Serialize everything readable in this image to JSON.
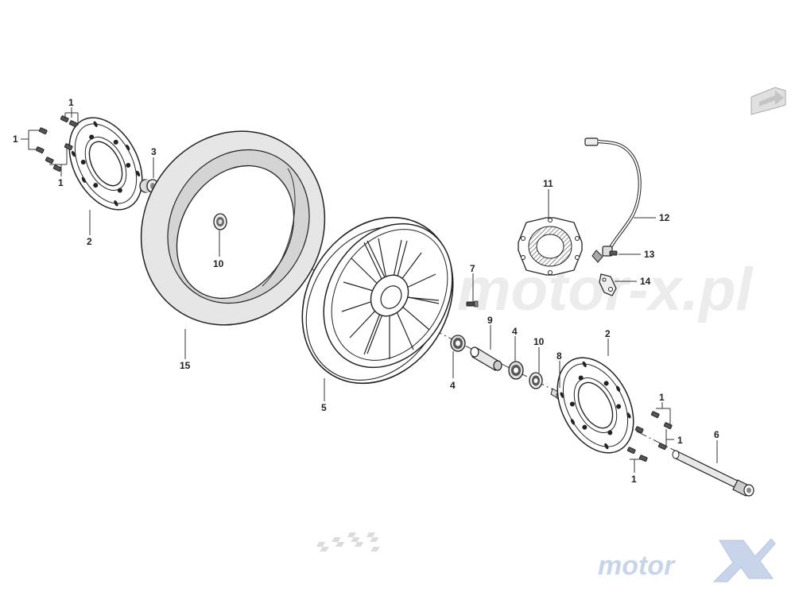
{
  "diagram": {
    "callouts": {
      "c1_tl_a": "1",
      "c1_tl_b": "1",
      "c1_tl_c": "1",
      "c1_r_a": "1",
      "c1_r_b": "1",
      "c1_r_c": "1",
      "c2_left": "2",
      "c2_right": "2",
      "c3": "3",
      "c4_a": "4",
      "c4_b": "4",
      "c5": "5",
      "c6": "6",
      "c7": "7",
      "c8": "8",
      "c9": "9",
      "c10_a": "10",
      "c10_b": "10",
      "c11": "11",
      "c12": "12",
      "c13": "13",
      "c14": "14",
      "c15": "15"
    },
    "watermark_center": "motor-x.pl",
    "logo_text": "motor"
  },
  "colors": {
    "line": "#222222",
    "tire_fill": "#e6e6e6",
    "tire_inner": "#d2d2d2",
    "watermark": "#e9e9e9",
    "logo_blue": "#c7d4ea",
    "logo_grey": "#d9d9d9"
  },
  "icons": [
    "direction-arrow-icon"
  ]
}
